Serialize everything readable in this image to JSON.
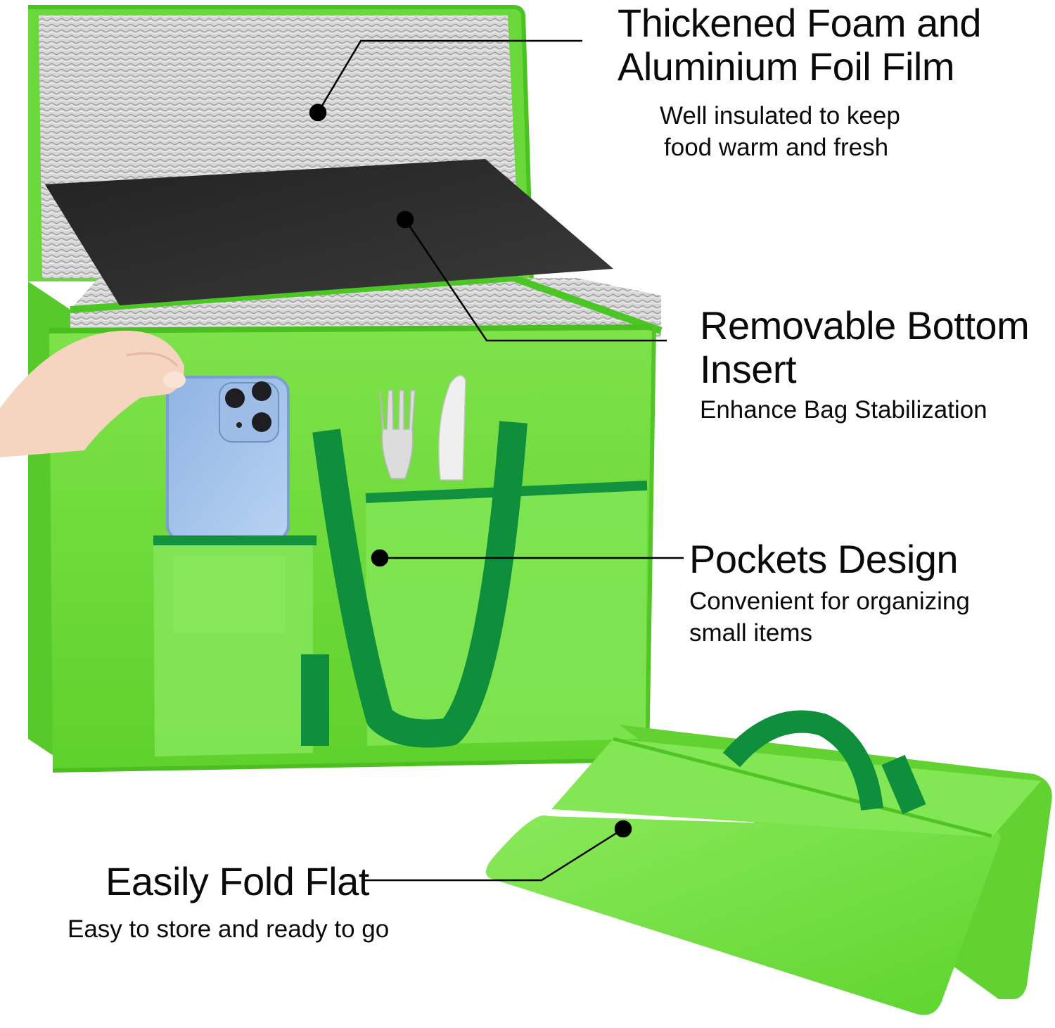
{
  "image": {
    "type": "product-feature-infographic",
    "product": "green insulated foldable grocery / food delivery bag",
    "colors": {
      "background": "#ffffff",
      "bag_green": "#6fdc3a",
      "bag_green_light": "#8ee85a",
      "strap_green": "#0f8f3c",
      "foil_silver": "#cfcfcf",
      "insert_black": "#2b2b2b",
      "callout_line": "#000000",
      "text": "#0a0a0a"
    }
  },
  "callouts": [
    {
      "id": "foam-foil",
      "title_line1": "Thickened Foam and",
      "title_line2": "Aluminium Foil Film",
      "subtitle_line1": "Well insulated to keep",
      "subtitle_line2": "food warm and fresh",
      "pointer": "foil-lined lid interior"
    },
    {
      "id": "bottom-insert",
      "title_line1": "Removable Bottom",
      "title_line2": "Insert",
      "subtitle_line1": "Enhance Bag Stabilization",
      "pointer": "black bottom board"
    },
    {
      "id": "pockets",
      "title_line1": "Pockets Design",
      "subtitle_line1": "Convenient for organizing",
      "subtitle_line2": "small items",
      "pointer": "front pockets holding phone and cutlery"
    },
    {
      "id": "fold-flat",
      "title_line1": "Easily Fold Flat",
      "subtitle_line1": "Easy to store and ready to go",
      "pointer": "folded bag"
    }
  ],
  "props": [
    "hand",
    "smartphone",
    "fork",
    "knife"
  ]
}
